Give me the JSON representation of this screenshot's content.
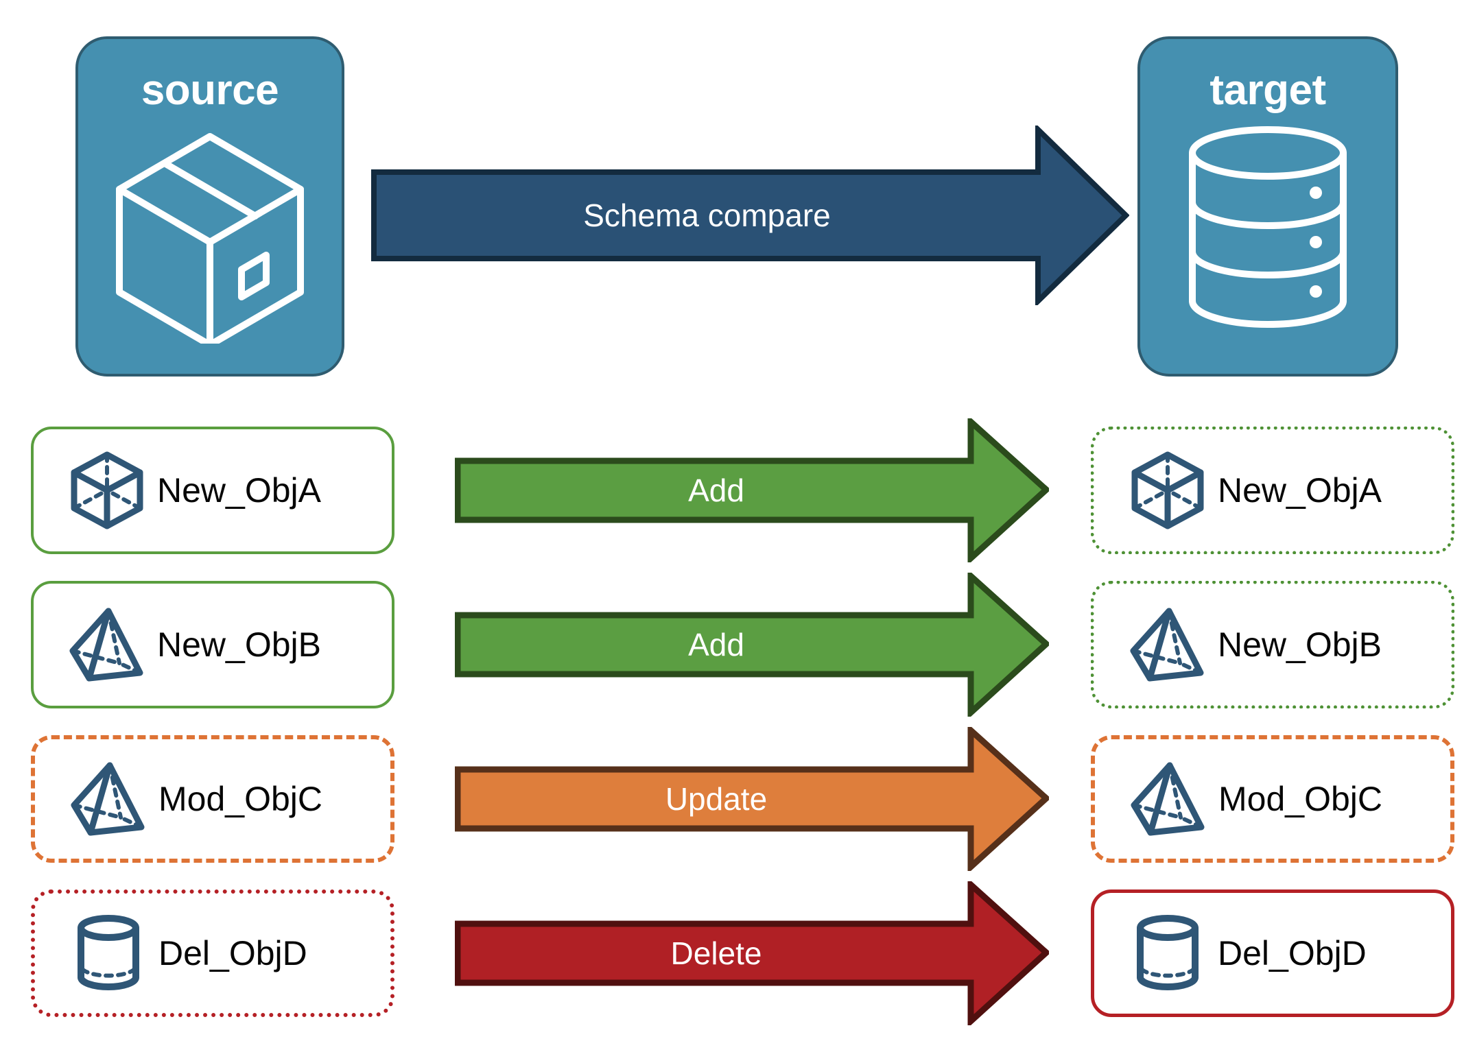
{
  "diagram": {
    "title_source": "source",
    "title_target": "target",
    "compare_arrow": {
      "label": "Schema compare",
      "fill": "#2A5175",
      "stroke": "#132B3F"
    },
    "source_icon": "package-box-icon",
    "target_icon": "database-stack-icon",
    "panel_fill": "#4590B0",
    "panel_stroke": "#2F5C70"
  },
  "rows": [
    {
      "source": {
        "label": "New_ObjA",
        "icon": "wireframe-cube-icon",
        "border": "solid-green"
      },
      "action": {
        "label": "Add",
        "fill": "#5B9E42",
        "stroke": "#2B4B1C"
      },
      "target": {
        "label": "New_ObjA",
        "icon": "wireframe-cube-icon",
        "border": "dotted-green"
      }
    },
    {
      "source": {
        "label": "New_ObjB",
        "icon": "wireframe-pyramid-icon",
        "border": "solid-green"
      },
      "action": {
        "label": "Add",
        "fill": "#5B9E42",
        "stroke": "#2B4B1C"
      },
      "target": {
        "label": "New_ObjB",
        "icon": "wireframe-pyramid-icon",
        "border": "dotted-green"
      }
    },
    {
      "source": {
        "label": "Mod_ObjC",
        "icon": "wireframe-pyramid-icon",
        "border": "dashed-orange"
      },
      "action": {
        "label": "Update",
        "fill": "#DE7E3C",
        "stroke": "#56301A"
      },
      "target": {
        "label": "Mod_ObjC",
        "icon": "wireframe-pyramid-icon",
        "border": "dashed-orange"
      }
    },
    {
      "source": {
        "label": "Del_ObjD",
        "icon": "wireframe-cylinder-icon",
        "border": "dotted-red"
      },
      "action": {
        "label": "Delete",
        "fill": "#B02025",
        "stroke": "#50100F"
      },
      "target": {
        "label": "Del_ObjD",
        "icon": "wireframe-cylinder-icon",
        "border": "solid-red"
      }
    }
  ],
  "colors": {
    "object_icon": "#2F5676",
    "green": "#5A9E3F",
    "orange": "#DE7335",
    "red": "#B52025",
    "blue_panel": "#4590B0",
    "blue_dark": "#2A5175"
  }
}
